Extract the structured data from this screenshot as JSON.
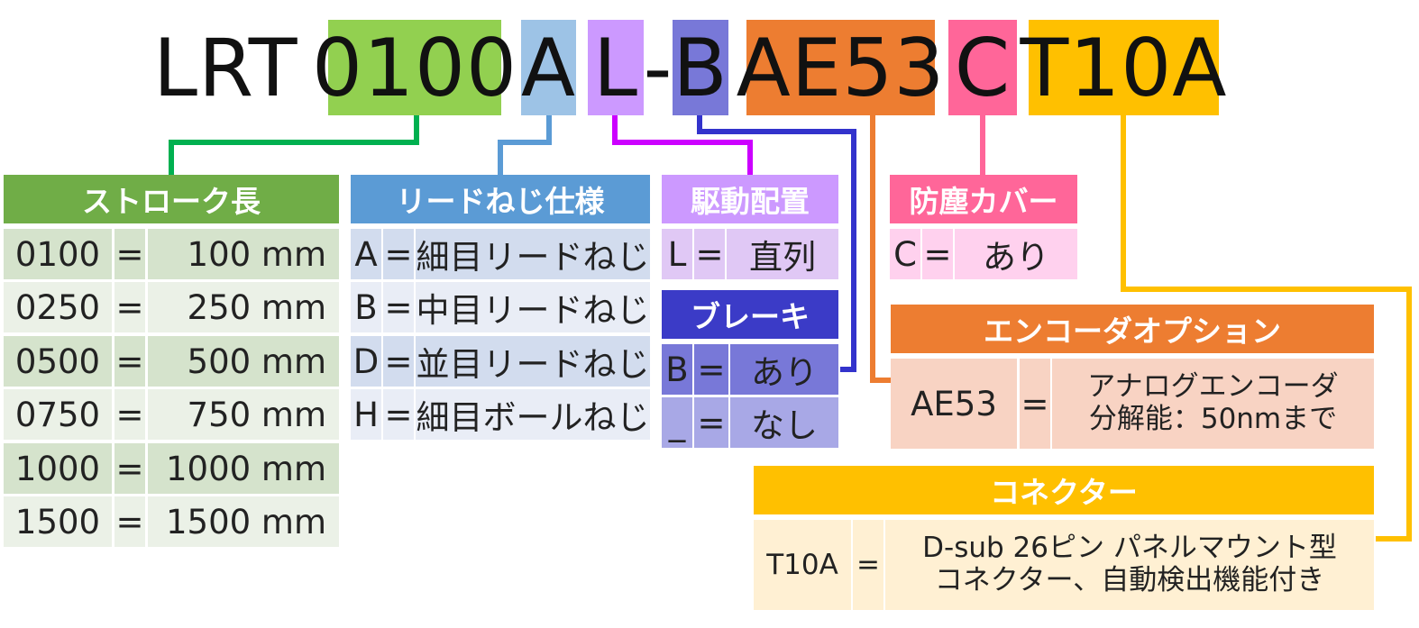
{
  "model": {
    "prefix": "LRT",
    "stroke": "0100",
    "lead": "A",
    "drive": "L",
    "dash": "-",
    "brake": "B",
    "encoder": "AE53",
    "cover": "C",
    "connector": "T10A"
  },
  "stroke_table": {
    "header": "ストローク長",
    "rows": [
      {
        "code": "0100",
        "eq": "=",
        "value": "100 mm"
      },
      {
        "code": "0250",
        "eq": "=",
        "value": "250 mm"
      },
      {
        "code": "0500",
        "eq": "=",
        "value": "500 mm"
      },
      {
        "code": "0750",
        "eq": "=",
        "value": "750 mm"
      },
      {
        "code": "1000",
        "eq": "=",
        "value": "1000 mm"
      },
      {
        "code": "1500",
        "eq": "=",
        "value": "1500 mm"
      }
    ]
  },
  "lead_table": {
    "header": "リードねじ仕様",
    "rows": [
      {
        "code": "A",
        "eq": "=",
        "value": "細目リードねじ"
      },
      {
        "code": "B",
        "eq": "=",
        "value": "中目リードねじ"
      },
      {
        "code": "D",
        "eq": "=",
        "value": "並目リードねじ"
      },
      {
        "code": "H",
        "eq": "=",
        "value": "細目ボールねじ"
      }
    ]
  },
  "drive_table": {
    "header": "駆動配置",
    "rows": [
      {
        "code": "L",
        "eq": "=",
        "value": "直列"
      }
    ]
  },
  "brake_table": {
    "header": "ブレーキ",
    "rows": [
      {
        "code": "B",
        "eq": "=",
        "value": "あり"
      },
      {
        "code": "_",
        "eq": "=",
        "value": "なし"
      }
    ]
  },
  "cover_table": {
    "header": "防塵カバー",
    "rows": [
      {
        "code": "C",
        "eq": "=",
        "value": "あり"
      }
    ]
  },
  "encoder_table": {
    "header": "エンコーダオプション",
    "rows": [
      {
        "code": "AE53",
        "eq": "=",
        "value_line1": "アナログエンコーダ",
        "value_line2": "分解能：50nmまで"
      }
    ]
  },
  "connector_table": {
    "header": "コネクター",
    "rows": [
      {
        "code": "T10A",
        "eq": "=",
        "value_line1": "D-sub 26ピン パネルマウント型",
        "value_line2": "コネクター、自動検出機能付き"
      }
    ]
  },
  "colors": {
    "stroke": "#92d050",
    "stroke_header": "#70ad47",
    "stroke_row_dark": "#d5e3cc",
    "stroke_row_light": "#ebf1e7",
    "stroke_line": "#00b050",
    "lead": "#9dc3e6",
    "lead_header": "#5b9bd5",
    "lead_row_dark": "#d2dcee",
    "lead_row_light": "#e9edf6",
    "lead_line": "#5b9bd5",
    "drive": "#cc99ff",
    "drive_header": "#cc99ff",
    "drive_row": "#e0c8f5",
    "drive_line": "#cc00ff",
    "brake": "#7878d8",
    "brake_header": "#3b3bc7",
    "brake_row_dark": "#7878d8",
    "brake_row_light": "#a8a8e6",
    "brake_line": "#3333cc",
    "encoder": "#ed7d31",
    "encoder_header": "#ed7d31",
    "encoder_row": "#f8d3c3",
    "encoder_line": "#ed7d31",
    "cover": "#ff6699",
    "cover_header": "#ff6699",
    "cover_row": "#ffd1ee",
    "cover_line": "#ff6699",
    "connector": "#ffc000",
    "connector_header": "#ffc000",
    "connector_row": "#fff0d3",
    "connector_line": "#ffc000"
  }
}
